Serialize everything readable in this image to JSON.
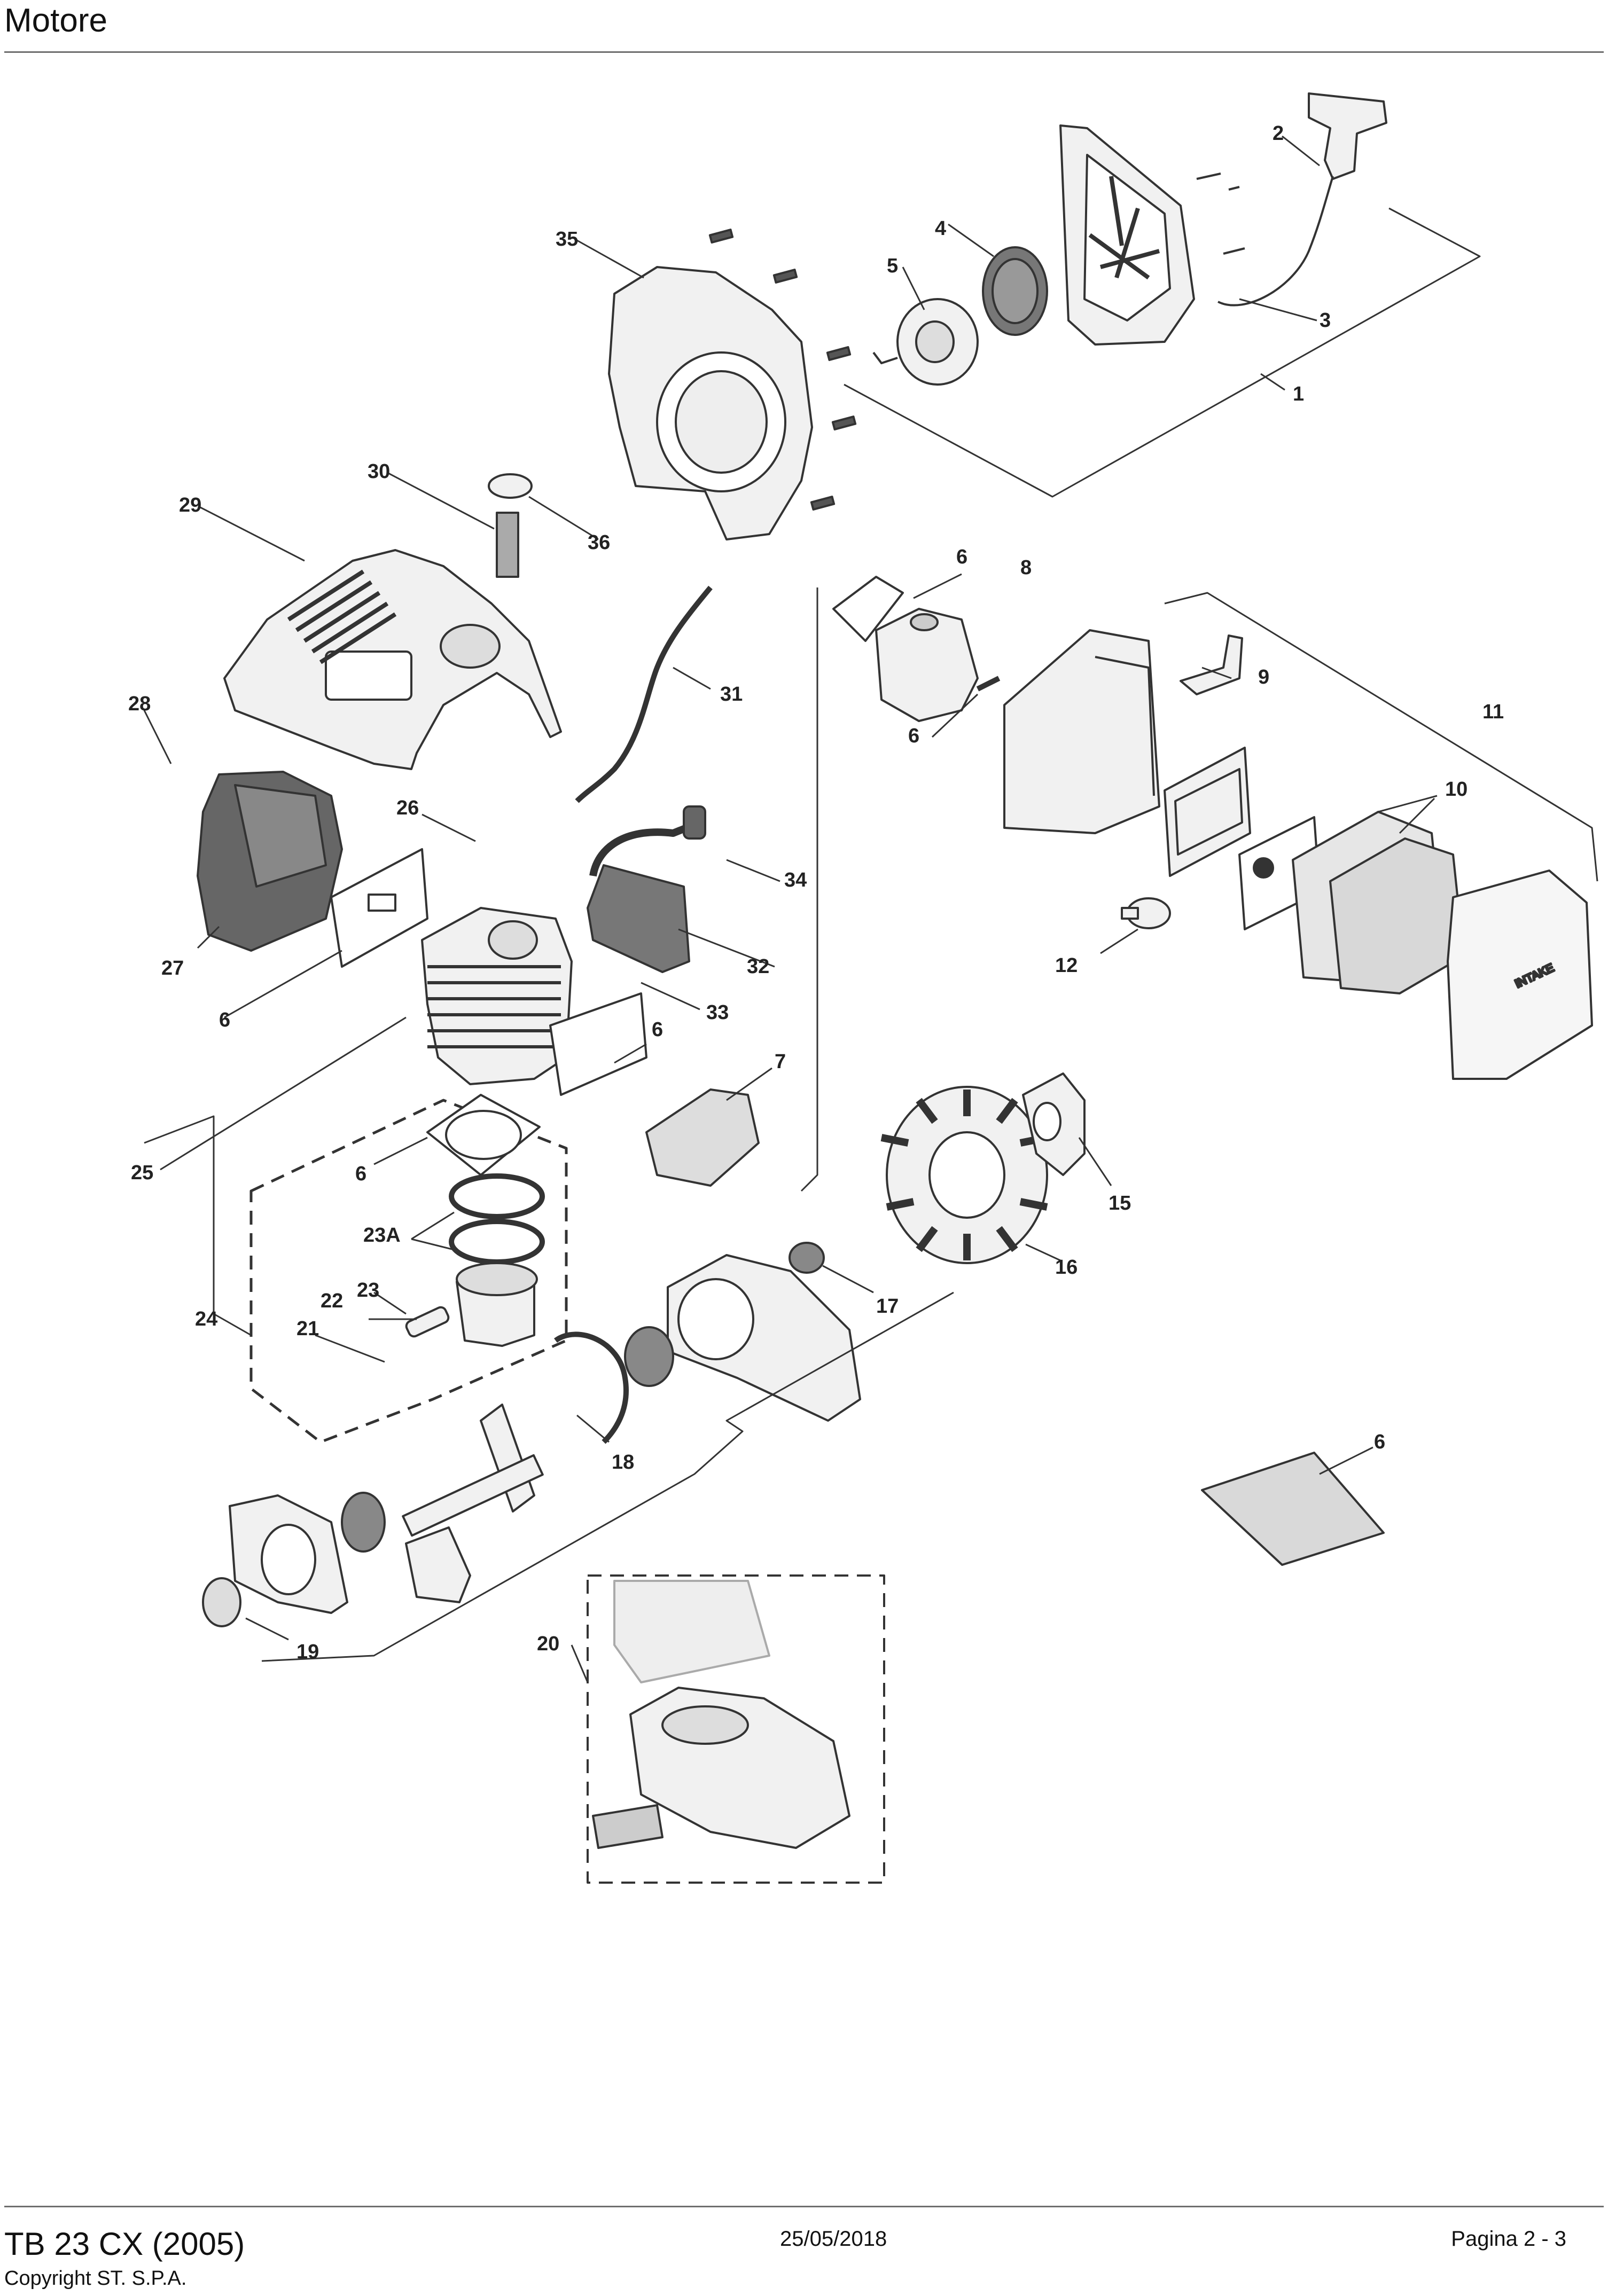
{
  "header": {
    "title": "Motore"
  },
  "diagram": {
    "callouts": [
      {
        "label": "1"
      },
      {
        "label": "2"
      },
      {
        "label": "3"
      },
      {
        "label": "4"
      },
      {
        "label": "5"
      },
      {
        "label": "35"
      },
      {
        "label": "30"
      },
      {
        "label": "29"
      },
      {
        "label": "36"
      },
      {
        "label": "31"
      },
      {
        "label": "28"
      },
      {
        "label": "26"
      },
      {
        "label": "27"
      },
      {
        "label": "6"
      },
      {
        "label": "34"
      },
      {
        "label": "32"
      },
      {
        "label": "33"
      },
      {
        "label": "25"
      },
      {
        "label": "6"
      },
      {
        "label": "6"
      },
      {
        "label": "7"
      },
      {
        "label": "23A"
      },
      {
        "label": "24"
      },
      {
        "label": "22"
      },
      {
        "label": "23"
      },
      {
        "label": "21"
      },
      {
        "label": "6"
      },
      {
        "label": "8"
      },
      {
        "label": "6"
      },
      {
        "label": "9"
      },
      {
        "label": "11"
      },
      {
        "label": "10"
      },
      {
        "label": "12"
      },
      {
        "label": "15"
      },
      {
        "label": "16"
      },
      {
        "label": "17"
      },
      {
        "label": "18"
      },
      {
        "label": "19"
      },
      {
        "label": "20"
      },
      {
        "label": "6"
      }
    ],
    "air_filter_cover_text": "INTAKE"
  },
  "footer": {
    "model": "TB 23 CX (2005)",
    "copyright": "Copyright ST. S.P.A.",
    "date": "25/05/2018",
    "page": "Pagina 2 - 3"
  }
}
